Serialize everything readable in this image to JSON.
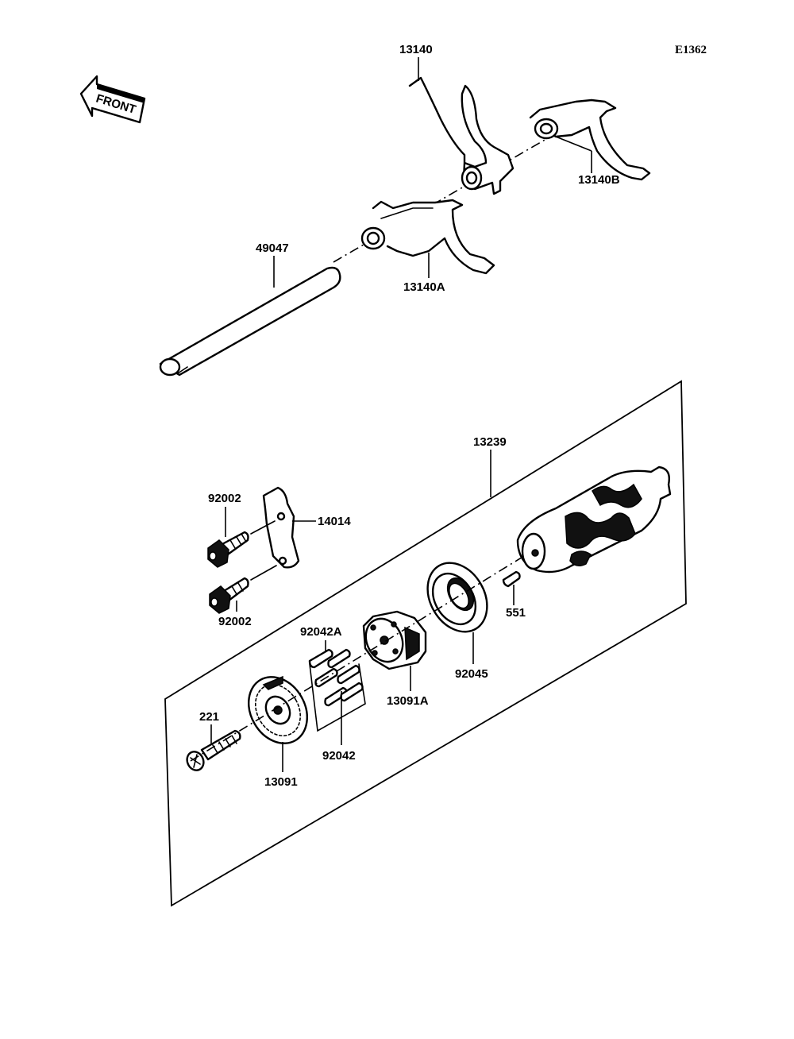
{
  "diagram": {
    "code": "E1362",
    "front_label": "FRONT",
    "parts": {
      "p13140": "13140",
      "p13140B": "13140B",
      "p13140A": "13140A",
      "p49047": "49047",
      "p13239": "13239",
      "p92002_top": "92002",
      "p14014": "14014",
      "p92002_bottom": "92002",
      "p551": "551",
      "p92042A": "92042A",
      "p92045": "92045",
      "p13091A": "13091A",
      "p221": "221",
      "p92042": "92042",
      "p13091": "13091"
    }
  }
}
